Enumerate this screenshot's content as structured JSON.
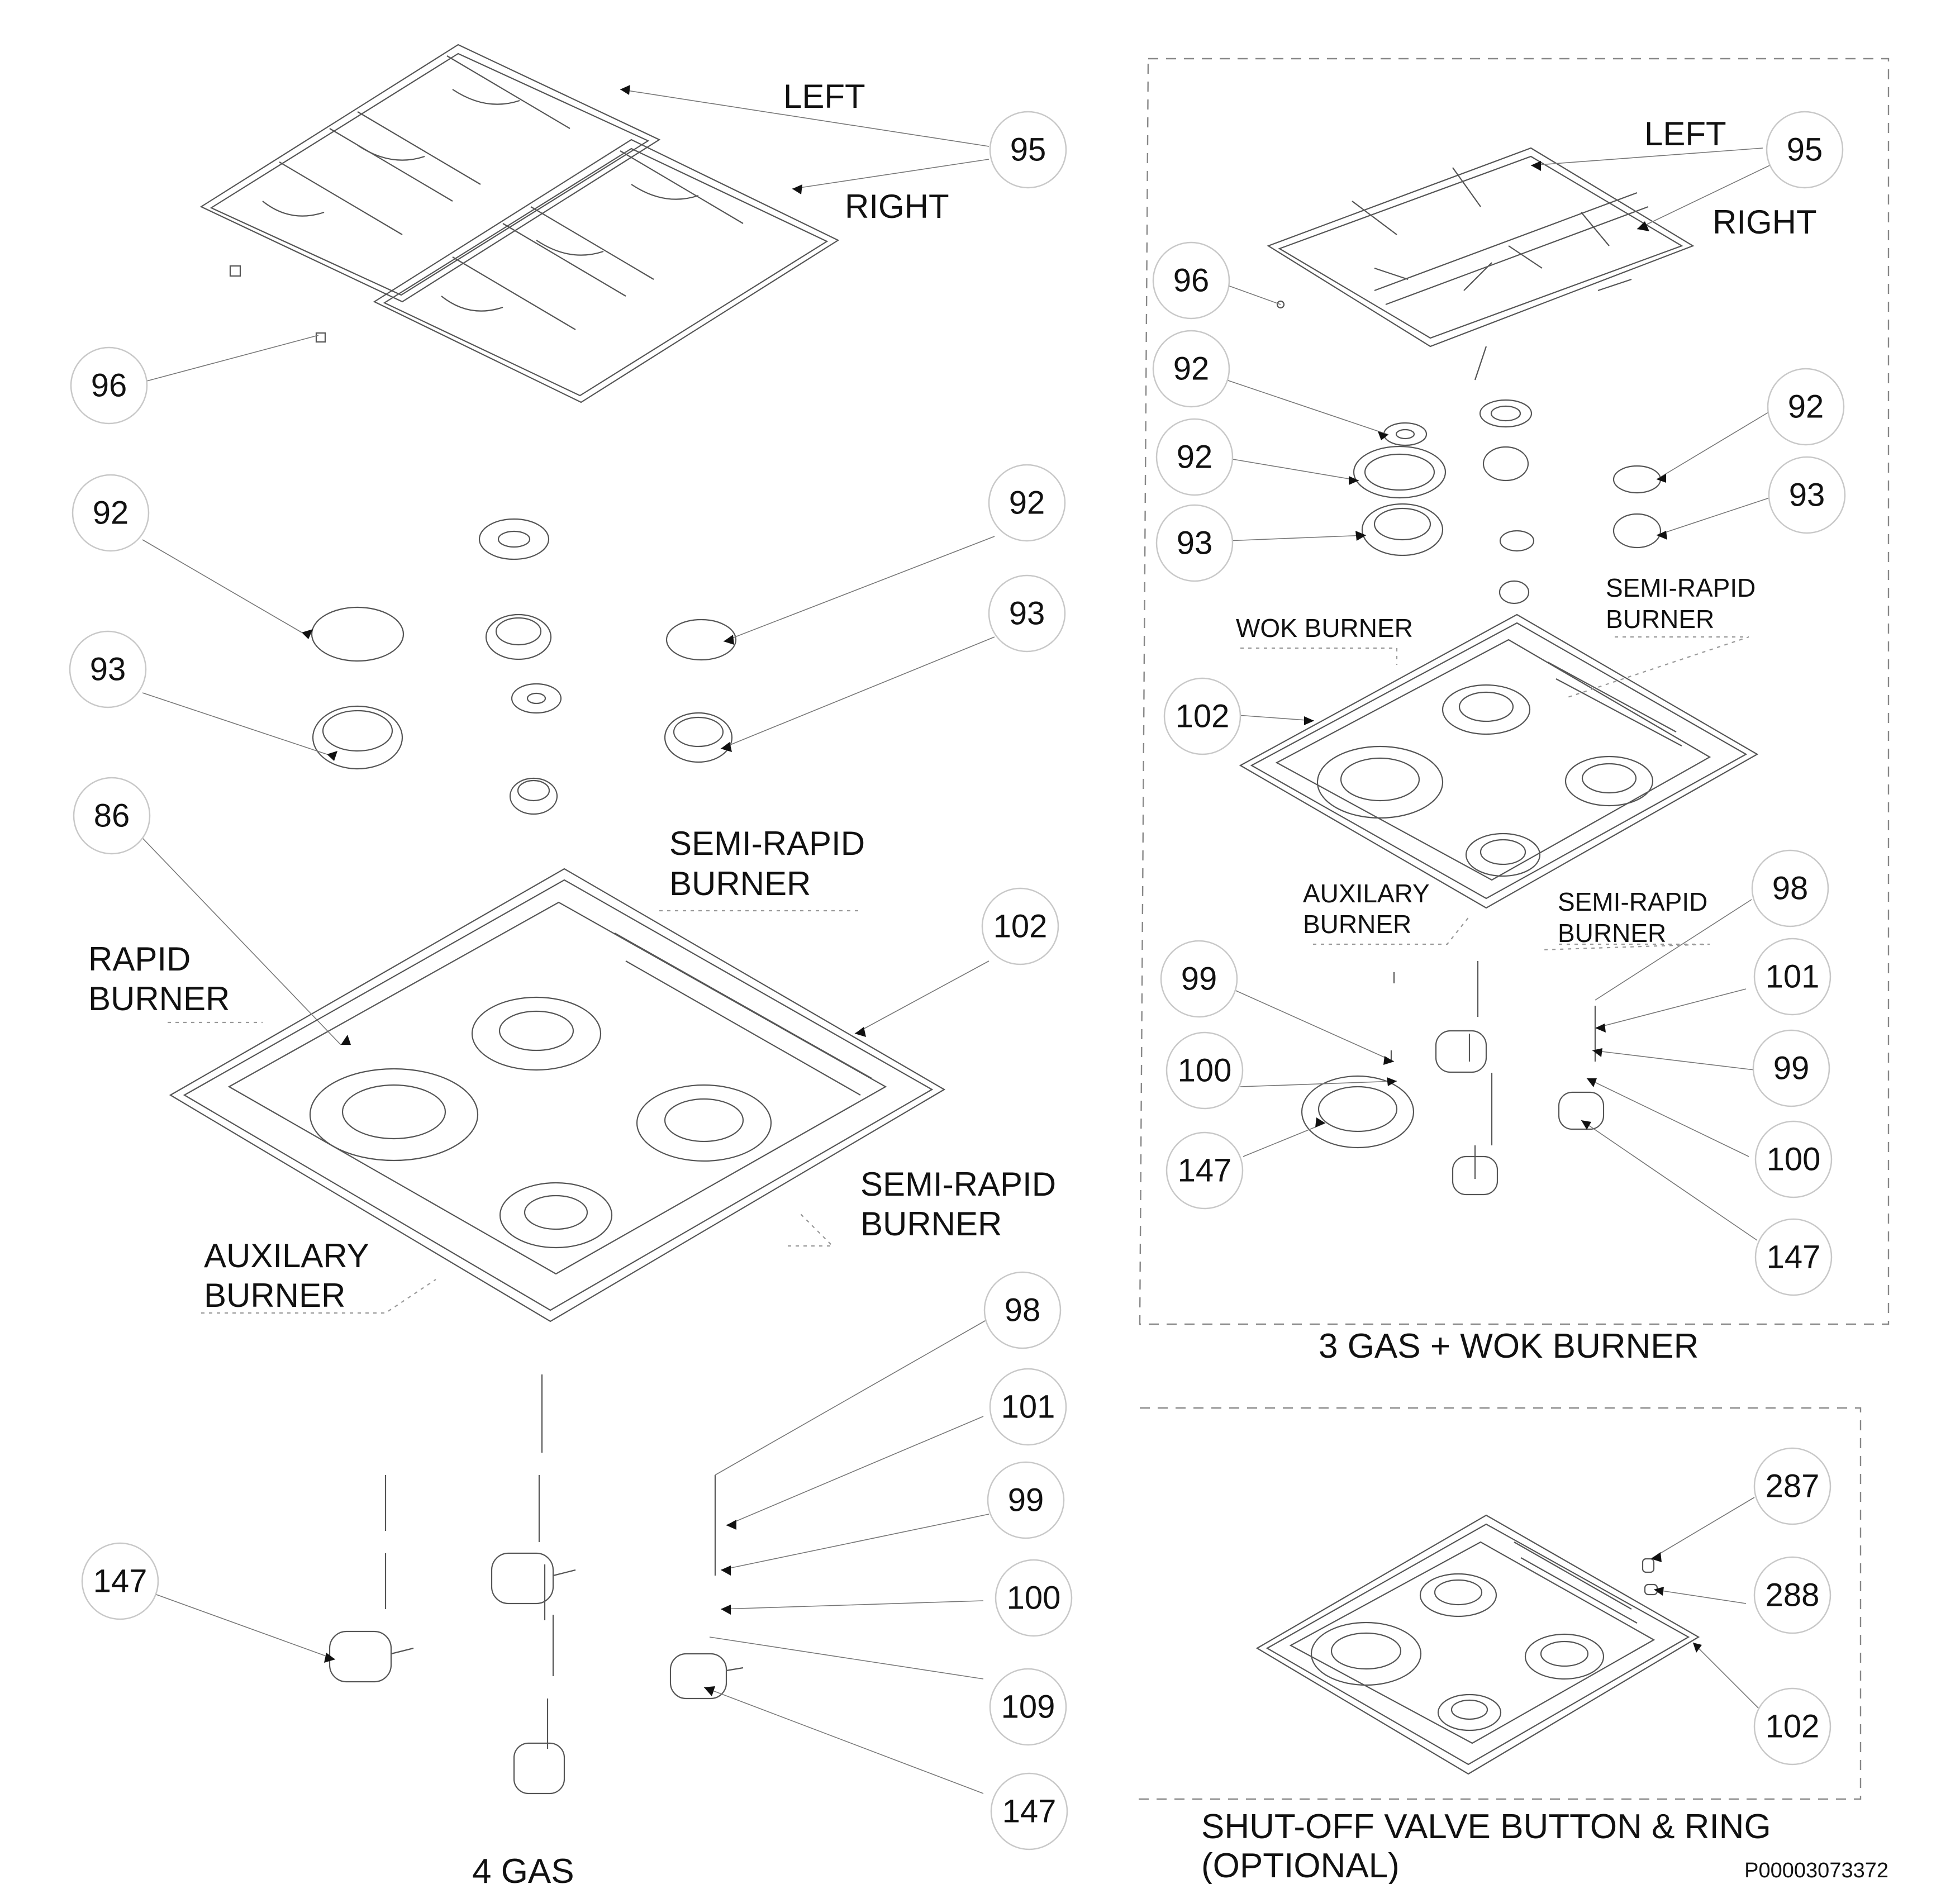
{
  "callouts": {
    "left_grate": "95",
    "left_grate_stop": "96",
    "left_cap_a": "92",
    "left_crown_a": "93",
    "left_cap_b": "92",
    "left_crown_b": "93",
    "left_seal": "86",
    "left_hob": "102",
    "left_thermocouple_tip": "98",
    "left_injector": "101",
    "left_electrode": "99",
    "left_clip": "100",
    "left_screw": "109",
    "left_valve_a": "147",
    "left_valve_b": "147",
    "right_grate": "95",
    "right_grate_stop": "96",
    "right_cap_small": "92",
    "right_cap_large": "92",
    "right_crown": "93",
    "right_cap_b": "92",
    "right_crown_b": "93",
    "right_hob": "102",
    "right_electrode": "99",
    "right_clip": "100",
    "right_valve": "147",
    "right_thermocouple_tip": "98",
    "right_injector": "101",
    "right_electrode_b": "99",
    "right_clip_b": "100",
    "right_valve_b": "147",
    "option_button": "287",
    "option_ring": "288",
    "option_hob": "102"
  },
  "labels": {
    "left_grate_left": "LEFT",
    "left_grate_right": "RIGHT",
    "right_grate_left": "LEFT",
    "right_grate_right": "RIGHT",
    "semi_rapid_top_1": "SEMI-RAPID",
    "semi_rapid_top_2": "BURNER",
    "rapid_1": "RAPID",
    "rapid_2": "BURNER",
    "semi_rapid_right_1": "SEMI-RAPID",
    "semi_rapid_right_2": "BURNER",
    "auxilary_1": "AUXILARY",
    "auxilary_2": "BURNER",
    "wok_burner": "WOK BURNER",
    "wok_semi_top_1": "SEMI-RAPID",
    "wok_semi_top_2": "BURNER",
    "wok_aux_1": "AUXILARY",
    "wok_aux_2": "BURNER",
    "wok_semi_bottom_1": "SEMI-RAPID",
    "wok_semi_bottom_2": "BURNER"
  },
  "captions": {
    "four_gas": "4 GAS",
    "three_gas_wok": "3 GAS + WOK BURNER",
    "shutoff_1": "SHUT-OFF VALVE BUTTON & RING",
    "shutoff_2": "(OPTIONAL)"
  },
  "drawing_number": "P00003073372"
}
